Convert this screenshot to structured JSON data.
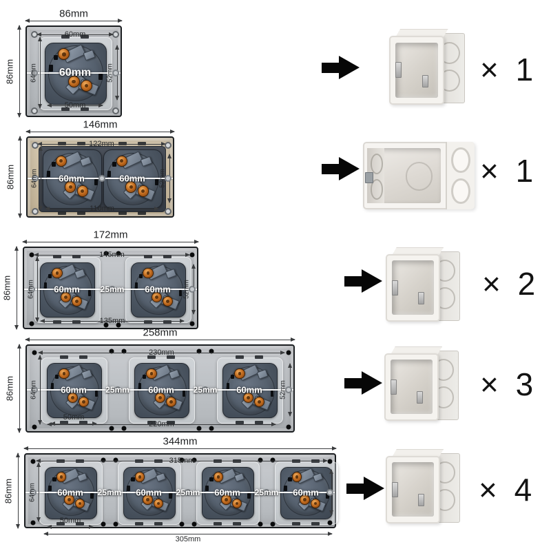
{
  "colors": {
    "background": "#ffffff",
    "panel_silver": "#bec2c6",
    "panel_gold": "#c9bb9f",
    "socket_body": "#4a5460",
    "copper_terminal": "#c06a1e",
    "dimension_text": "#26282a",
    "white_dimension_text": "#ffffff",
    "arrow_black": "#070707"
  },
  "rows": [
    {
      "name": "single-socket-86mm",
      "panel": {
        "style": "silver",
        "width_label": "86mm",
        "height_label": "86mm",
        "inner_width_label": "60mm",
        "inner_height_label": "64mm",
        "right_height_label": "52mm",
        "bottom_width_label": "50mm",
        "first_socket_bottom_label": "",
        "socket_labels": [
          "60mm"
        ],
        "gap_labels": []
      },
      "arrow_icon": "right-arrow",
      "box": {
        "shape": "square",
        "quantity_label": "× 1"
      }
    },
    {
      "name": "double-socket-146mm",
      "panel": {
        "style": "gold",
        "width_label": "146mm",
        "height_label": "86mm",
        "inner_width_label": "122mm",
        "inner_height_label": "64mm",
        "right_height_label": "52mm",
        "bottom_width_label": "110mm",
        "first_socket_bottom_label": "",
        "socket_labels": [
          "60mm",
          "60mm"
        ],
        "gap_labels": []
      },
      "arrow_icon": "right-arrow",
      "box": {
        "shape": "wide",
        "quantity_label": "× 1"
      }
    },
    {
      "name": "double-socket-172mm",
      "panel": {
        "style": "silver",
        "width_label": "172mm",
        "height_label": "86mm",
        "inner_width_label": "145mm",
        "inner_height_label": "64mm",
        "right_height_label": "52mm",
        "bottom_width_label": "135mm",
        "first_socket_bottom_label": "",
        "socket_labels": [
          "60mm",
          "60mm"
        ],
        "gap_labels": [
          "25mm"
        ]
      },
      "arrow_icon": "right-arrow",
      "box": {
        "shape": "square",
        "quantity_label": "× 2"
      }
    },
    {
      "name": "triple-socket-258mm",
      "panel": {
        "style": "silver",
        "width_label": "258mm",
        "height_label": "86mm",
        "inner_width_label": "230mm",
        "inner_height_label": "64mm",
        "right_height_label": "52mm",
        "bottom_width_label": "220mm",
        "first_socket_bottom_label": "50mm",
        "socket_labels": [
          "60mm",
          "60mm",
          "60mm"
        ],
        "gap_labels": [
          "25mm",
          "25mm"
        ]
      },
      "arrow_icon": "right-arrow",
      "box": {
        "shape": "square",
        "quantity_label": "× 3"
      }
    },
    {
      "name": "quad-socket-344mm",
      "panel": {
        "style": "silver",
        "width_label": "344mm",
        "height_label": "86mm",
        "inner_width_label": "315mm",
        "inner_height_label": "64mm",
        "right_height_label": "",
        "bottom_width_label": "305mm",
        "first_socket_bottom_label": "50mm",
        "socket_labels": [
          "60mm",
          "60mm",
          "60mm",
          "60mm"
        ],
        "gap_labels": [
          "25mm",
          "25mm",
          "25mm"
        ]
      },
      "arrow_icon": "right-arrow",
      "box": {
        "shape": "square",
        "quantity_label": "× 4"
      }
    }
  ]
}
